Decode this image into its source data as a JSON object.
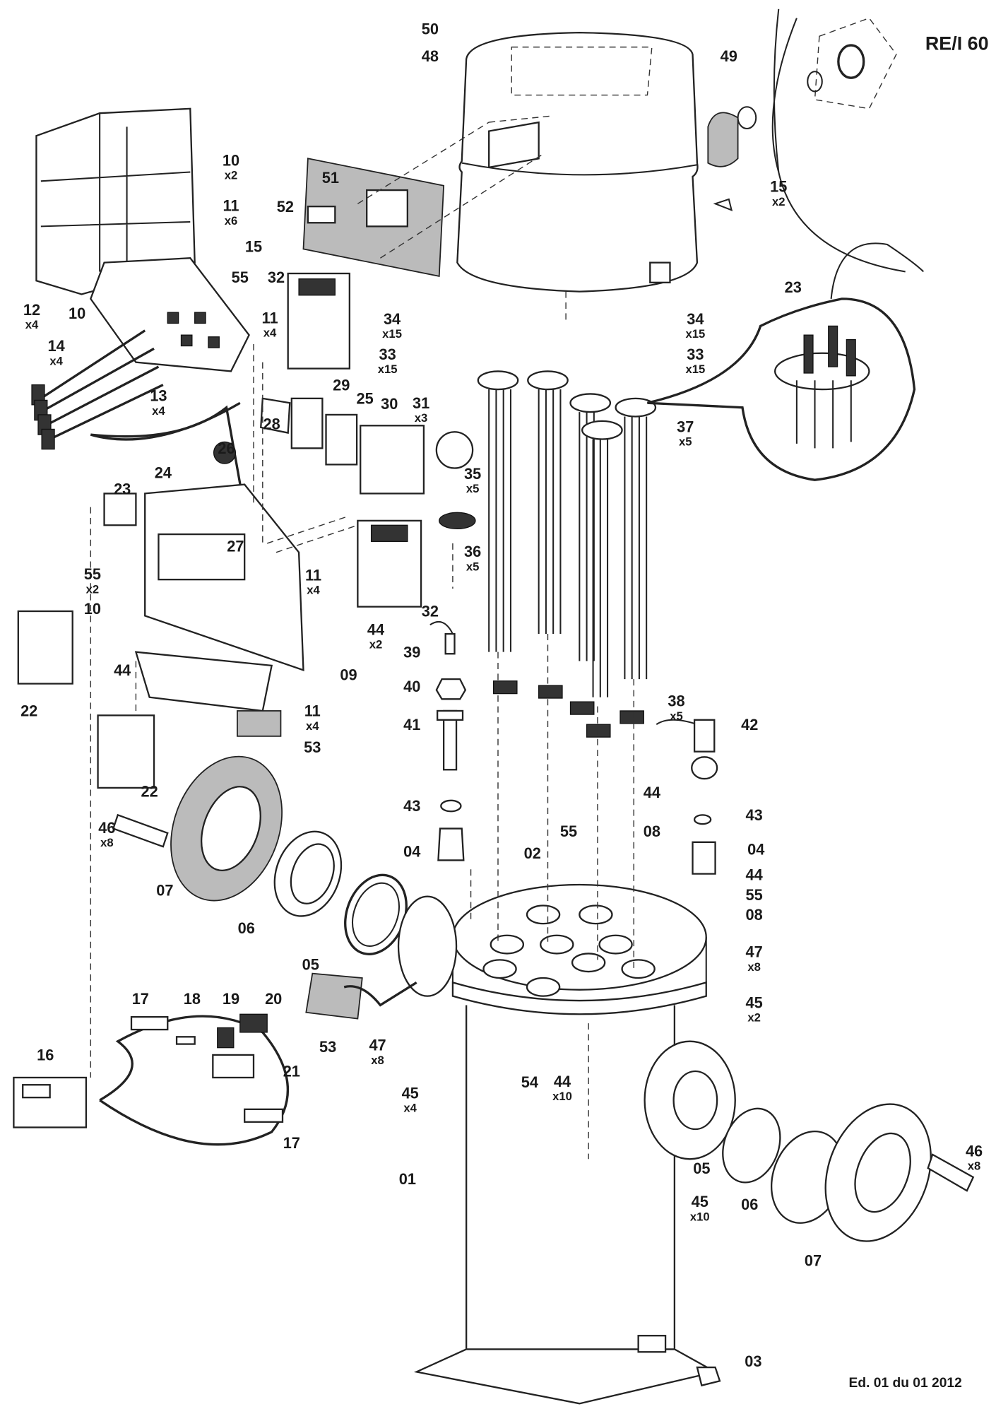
{
  "model": "RE/I 60",
  "edition": "Ed. 01 du 01 2012",
  "callouts": [
    {
      "num": "50"
    },
    {
      "num": "48"
    },
    {
      "num": "49"
    },
    {
      "num": "10",
      "qty": "x2"
    },
    {
      "num": "11",
      "qty": "x6"
    },
    {
      "num": "51"
    },
    {
      "num": "52"
    },
    {
      "num": "15",
      "qty": "x2"
    },
    {
      "num": "15"
    },
    {
      "num": "55"
    },
    {
      "num": "32"
    },
    {
      "num": "12",
      "qty": "x4"
    },
    {
      "num": "10"
    },
    {
      "num": "23"
    },
    {
      "num": "11",
      "qty": "x4"
    },
    {
      "num": "34",
      "qty": "x15"
    },
    {
      "num": "34",
      "qty": "x15"
    },
    {
      "num": "33",
      "qty": "x15"
    },
    {
      "num": "33",
      "qty": "x15"
    },
    {
      "num": "14",
      "qty": "x4"
    },
    {
      "num": "13",
      "qty": "x4"
    },
    {
      "num": "29"
    },
    {
      "num": "25"
    },
    {
      "num": "30"
    },
    {
      "num": "28"
    },
    {
      "num": "31",
      "qty": "x3"
    },
    {
      "num": "37",
      "qty": "x5"
    },
    {
      "num": "26"
    },
    {
      "num": "35",
      "qty": "x5"
    },
    {
      "num": "23"
    },
    {
      "num": "24"
    },
    {
      "num": "27"
    },
    {
      "num": "36",
      "qty": "x5"
    },
    {
      "num": "55",
      "qty": "x2"
    },
    {
      "num": "11",
      "qty": "x4"
    },
    {
      "num": "10"
    },
    {
      "num": "32"
    },
    {
      "num": "44",
      "qty": "x2"
    },
    {
      "num": "39"
    },
    {
      "num": "09"
    },
    {
      "num": "22"
    },
    {
      "num": "44"
    },
    {
      "num": "40"
    },
    {
      "num": "11",
      "qty": "x4"
    },
    {
      "num": "38",
      "qty": "x5"
    },
    {
      "num": "42"
    },
    {
      "num": "41"
    },
    {
      "num": "53"
    },
    {
      "num": "22"
    },
    {
      "num": "44"
    },
    {
      "num": "43"
    },
    {
      "num": "43"
    },
    {
      "num": "46",
      "qty": "x8"
    },
    {
      "num": "55"
    },
    {
      "num": "08"
    },
    {
      "num": "04"
    },
    {
      "num": "02"
    },
    {
      "num": "04"
    },
    {
      "num": "07"
    },
    {
      "num": "44"
    },
    {
      "num": "55"
    },
    {
      "num": "06"
    },
    {
      "num": "08"
    },
    {
      "num": "05"
    },
    {
      "num": "47",
      "qty": "x8"
    },
    {
      "num": "17"
    },
    {
      "num": "18"
    },
    {
      "num": "19"
    },
    {
      "num": "20"
    },
    {
      "num": "45",
      "qty": "x2"
    },
    {
      "num": "16"
    },
    {
      "num": "53"
    },
    {
      "num": "47",
      "qty": "x8"
    },
    {
      "num": "21"
    },
    {
      "num": "54"
    },
    {
      "num": "44",
      "qty": "x10"
    },
    {
      "num": "45",
      "qty": "x4"
    },
    {
      "num": "17"
    },
    {
      "num": "01"
    },
    {
      "num": "46",
      "qty": "x8"
    },
    {
      "num": "45",
      "qty": "x10"
    },
    {
      "num": "05"
    },
    {
      "num": "06"
    },
    {
      "num": "07"
    },
    {
      "num": "03"
    }
  ]
}
